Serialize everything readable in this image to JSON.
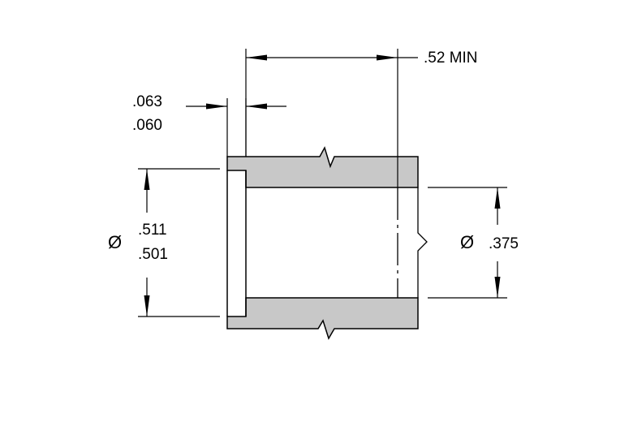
{
  "dimensions": {
    "min_length": ".52 MIN",
    "flange_thickness_max": ".063",
    "flange_thickness_min": ".060",
    "outer_diameter_symbol": "Ø",
    "outer_diameter_max": ".511",
    "outer_diameter_min": ".501",
    "inner_diameter_symbol": "Ø",
    "inner_diameter": ".375"
  },
  "colors": {
    "section_fill": "#c8c8c8",
    "line": "#000000",
    "background": "#ffffff"
  }
}
